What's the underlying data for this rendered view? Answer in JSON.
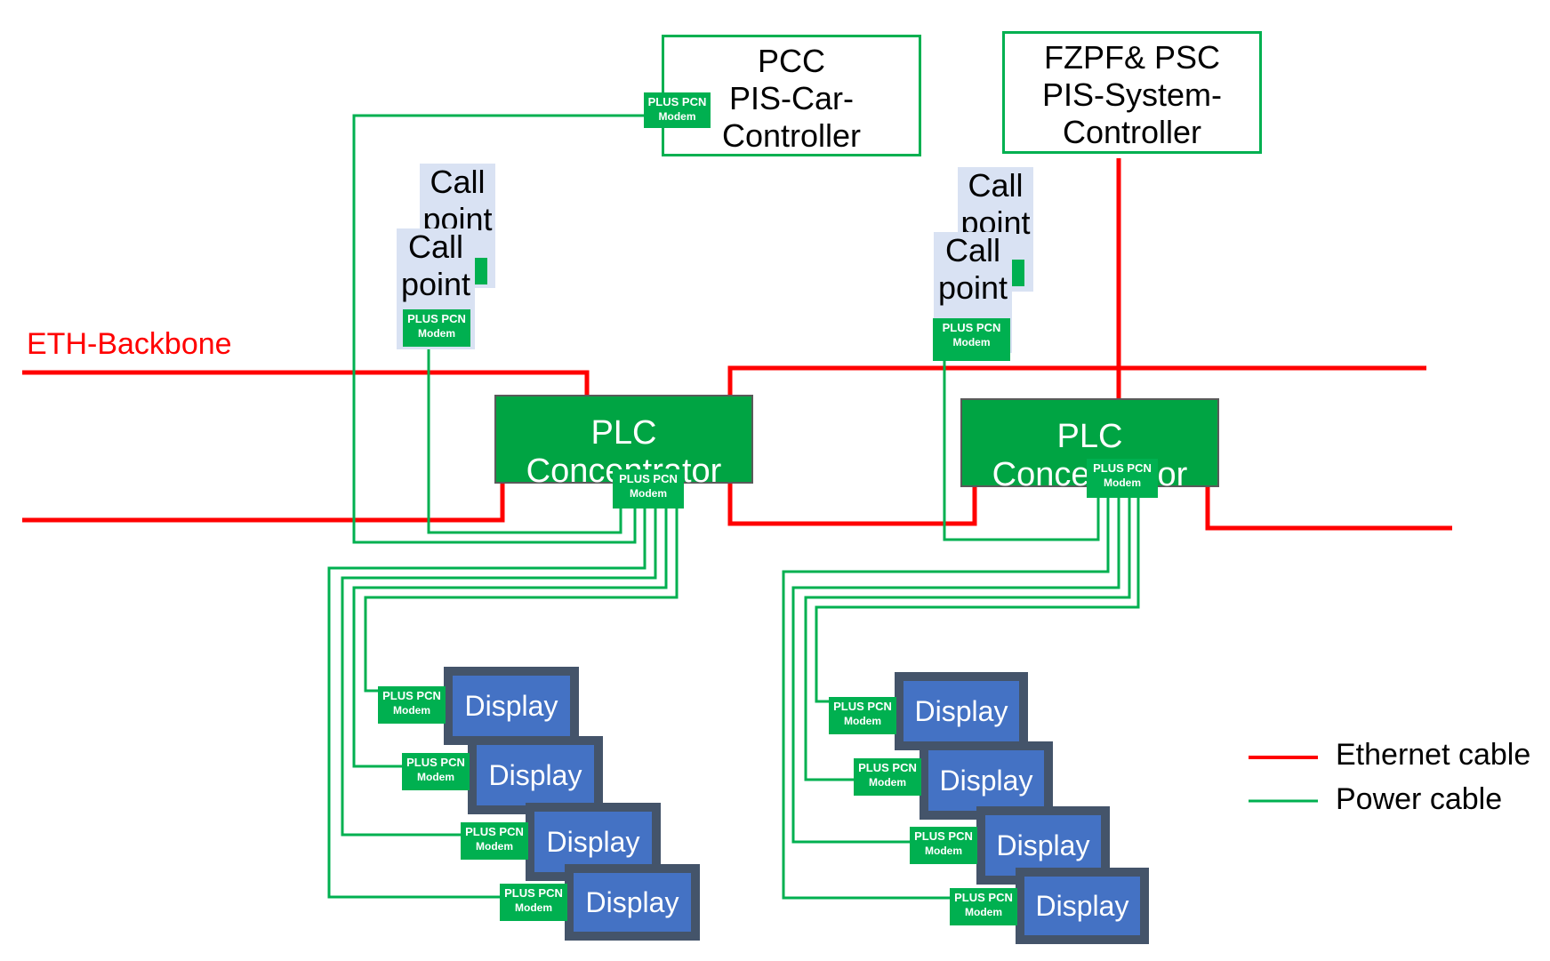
{
  "backbone_label": "ETH-Backbone",
  "pcc": {
    "line1": "PCC",
    "line2": "PIS-Car-",
    "line3": "Controller"
  },
  "psc": {
    "line1": "FZPF& PSC",
    "line2": "PIS-System-",
    "line3": "Controller"
  },
  "concentrator_label": "PLC Concentrator",
  "modem": {
    "line1": "PLUS PCN",
    "line2": "Modem"
  },
  "call_point": {
    "line1": "Call",
    "line2": "point"
  },
  "display_label": "Display",
  "legend": {
    "ethernet": "Ethernet cable",
    "power": "Power cable"
  },
  "colors": {
    "ethernet": "#ff0000",
    "power": "#00b050",
    "display": "#4472c4",
    "display_frame": "#44546a"
  }
}
